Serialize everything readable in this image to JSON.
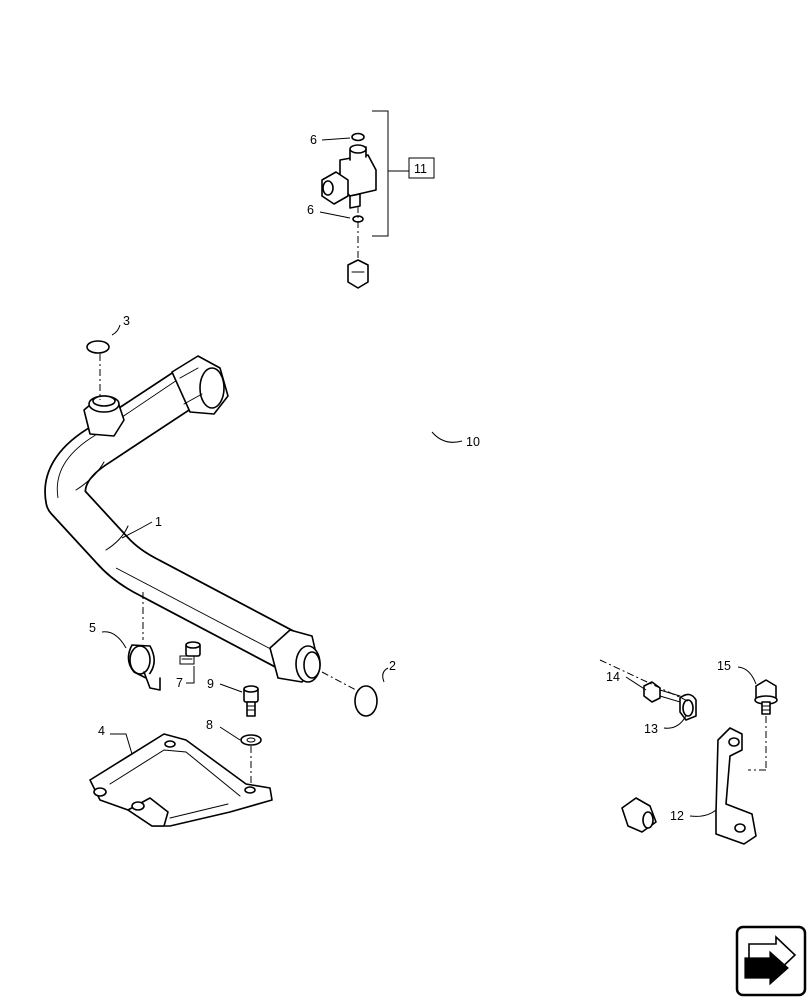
{
  "diagram": {
    "callouts": {
      "p1": "1",
      "p2": "2",
      "p3": "3",
      "p4": "4",
      "p5": "5",
      "p6a": "6",
      "p6b": "6",
      "p7": "7",
      "p8": "8",
      "p9": "9",
      "p10": "10",
      "p11": "11",
      "p12": "12",
      "p13": "13",
      "p14": "14",
      "p15": "15"
    },
    "nav_icon": "page-navigation-arrow-icon"
  }
}
